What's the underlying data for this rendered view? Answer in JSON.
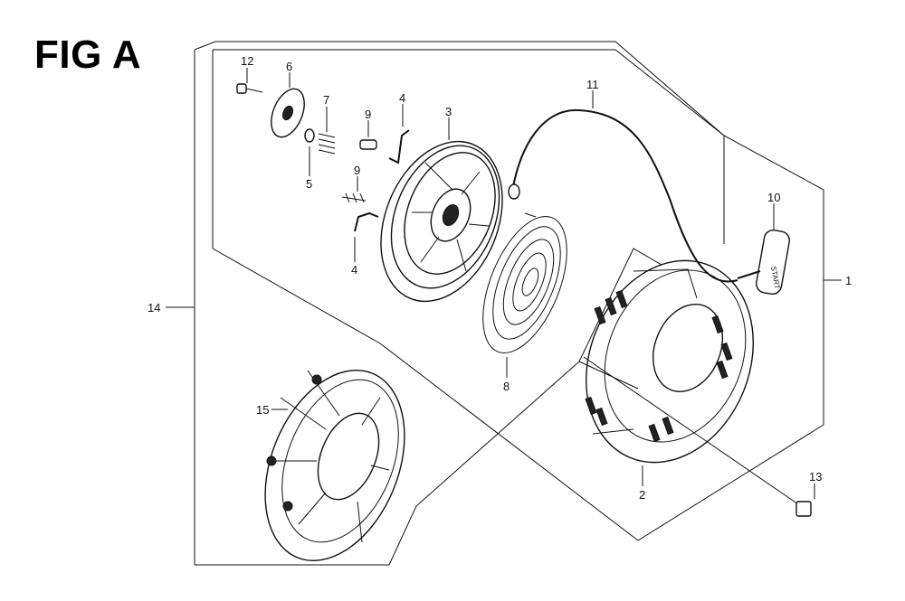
{
  "figure": {
    "title": "FIG A",
    "callouts": [
      {
        "id": "c1",
        "text": "1"
      },
      {
        "id": "c2",
        "text": "2"
      },
      {
        "id": "c3",
        "text": "3"
      },
      {
        "id": "c4a",
        "text": "4"
      },
      {
        "id": "c4b",
        "text": "4"
      },
      {
        "id": "c5",
        "text": "5"
      },
      {
        "id": "c6",
        "text": "6"
      },
      {
        "id": "c7",
        "text": "7"
      },
      {
        "id": "c8",
        "text": "8"
      },
      {
        "id": "c9a",
        "text": "9"
      },
      {
        "id": "c9b",
        "text": "9"
      },
      {
        "id": "c10",
        "text": "10"
      },
      {
        "id": "c11",
        "text": "11"
      },
      {
        "id": "c12",
        "text": "12"
      },
      {
        "id": "c13",
        "text": "13"
      },
      {
        "id": "c14",
        "text": "14"
      },
      {
        "id": "c15",
        "text": "15"
      }
    ],
    "handle_text": "START"
  }
}
